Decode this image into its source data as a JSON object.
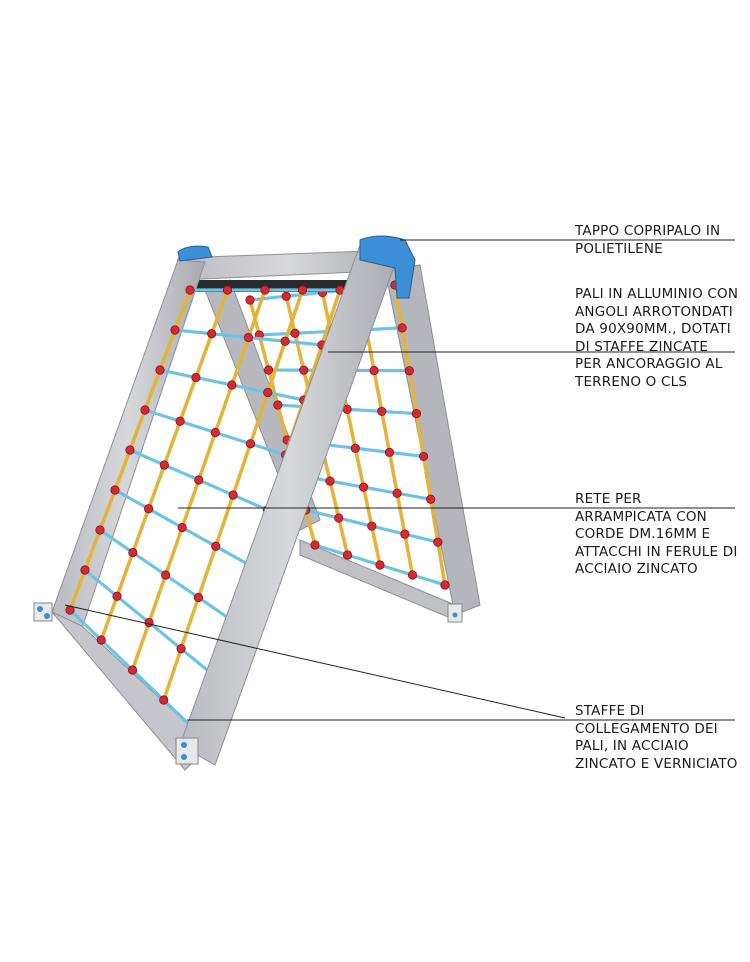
{
  "annotations": [
    {
      "id": "cap",
      "lines": [
        "TAPPO COPRIPALO IN",
        "POLIETILENE"
      ]
    },
    {
      "id": "posts",
      "lines": [
        "PALI IN ALLUMINIO CON",
        "ANGOLI ARROTONDATI",
        "DA 90X90MM., DOTATI",
        "DI STAFFE ZINCATE",
        "PER ANCORAGGIO AL",
        "TERRENO O CLS"
      ]
    },
    {
      "id": "net",
      "lines": [
        "RETE PER",
        "ARRAMPICATA CON",
        "CORDE DM.16MM E",
        "ATTACCHI IN FERULE DI",
        "ACCIAIO ZINCATO"
      ]
    },
    {
      "id": "brackets",
      "lines": [
        "STAFFE DI",
        "COLLEGAMENTO DEI",
        "PALI, IN ACCIAIO",
        "ZINCATO E VERNICIATO"
      ]
    }
  ],
  "colors": {
    "post": "#c9cbcf",
    "post_shade": "#a9abb0",
    "cap": "#3d8fd6",
    "rope_vertical": "#e2b43c",
    "rope_horizontal": "#6cc3e6",
    "ferrule": "#d62a33",
    "leader": "#222222"
  }
}
